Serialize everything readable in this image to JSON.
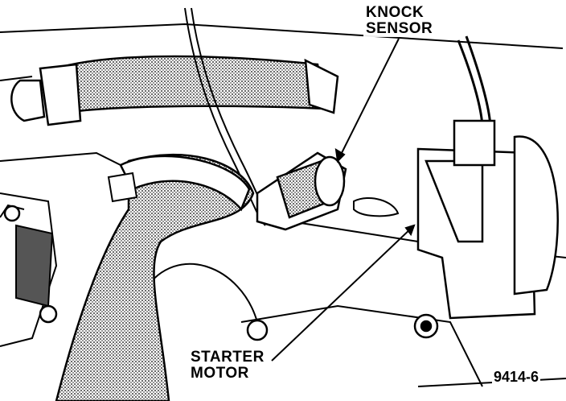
{
  "labels": {
    "knock_sensor_line1": "KNOCK",
    "knock_sensor_line2": "SENSOR",
    "starter_motor_line1": "STARTER",
    "starter_motor_line2": "MOTOR",
    "figure_number": "9414-6"
  },
  "colors": {
    "ink": "#000000",
    "paper": "#ffffff",
    "hose_fill": "#bdbdbd"
  }
}
